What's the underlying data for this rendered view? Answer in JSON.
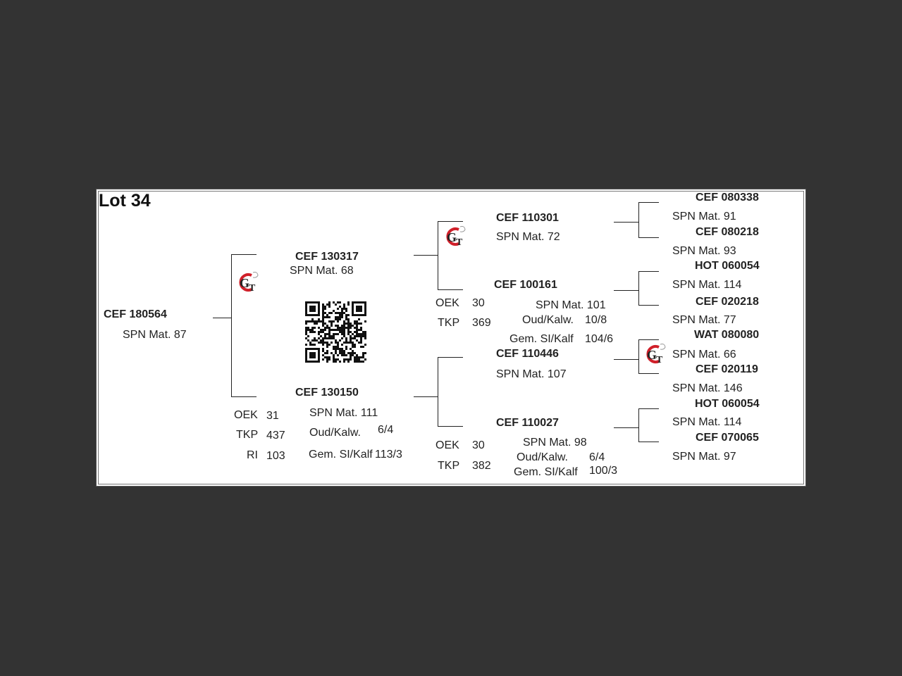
{
  "lot_title": "Lot 34",
  "subject": {
    "id": "CEF 180564",
    "spn": "SPN Mat. 87"
  },
  "sire": {
    "id": "CEF 130317",
    "spn": "SPN Mat. 68"
  },
  "dam": {
    "id": "CEF 130150",
    "spn": "SPN Mat. 111",
    "oek_label": "OEK",
    "oek": "31",
    "tkp_label": "TKP",
    "tkp": "437",
    "ri_label": "RI",
    "ri": "103",
    "oud_label": "Oud/Kalw.",
    "oud": "6/4",
    "gem_label": "Gem. SI/Kalf",
    "gem": "113/3"
  },
  "sire_sire": {
    "id": "CEF 110301",
    "spn": "SPN Mat. 72"
  },
  "sire_dam": {
    "id": "CEF 100161",
    "spn": "SPN Mat. 101",
    "oek_label": "OEK",
    "oek": "30",
    "tkp_label": "TKP",
    "tkp": "369",
    "oud_label": "Oud/Kalw.",
    "oud": "10/8",
    "gem_label": "Gem. SI/Kalf",
    "gem": "104/6"
  },
  "dam_sire": {
    "id": "CEF 110446",
    "spn": "SPN Mat. 107"
  },
  "dam_dam": {
    "id": "CEF 110027",
    "spn": "SPN Mat. 98",
    "oek_label": "OEK",
    "oek": "30",
    "tkp_label": "TKP",
    "tkp": "382",
    "oud_label": "Oud/Kalw.",
    "oud": "6/4",
    "gem_label": "Gem. SI/Kalf",
    "gem": "100/3"
  },
  "great_grandparents": [
    {
      "id": "CEF 080338",
      "spn": "SPN Mat. 91"
    },
    {
      "id": "CEF 080218",
      "spn": "SPN Mat. 93"
    },
    {
      "id": "HOT 060054",
      "spn": "SPN Mat. 114"
    },
    {
      "id": "CEF 020218",
      "spn": "SPN Mat. 77"
    },
    {
      "id": "WAT 080080",
      "spn": "SPN Mat. 66"
    },
    {
      "id": "CEF 020119",
      "spn": "SPN Mat. 146"
    },
    {
      "id": "HOT 060054",
      "spn": "SPN Mat. 114"
    },
    {
      "id": "CEF 070065",
      "spn": "SPN Mat. 97"
    }
  ],
  "icons": {
    "logo": "gt-logo-icon",
    "qr": "qr-code-icon"
  },
  "colors": {
    "background": "#333333",
    "sheet": "#ffffff",
    "logo_red": "#d0202a"
  }
}
